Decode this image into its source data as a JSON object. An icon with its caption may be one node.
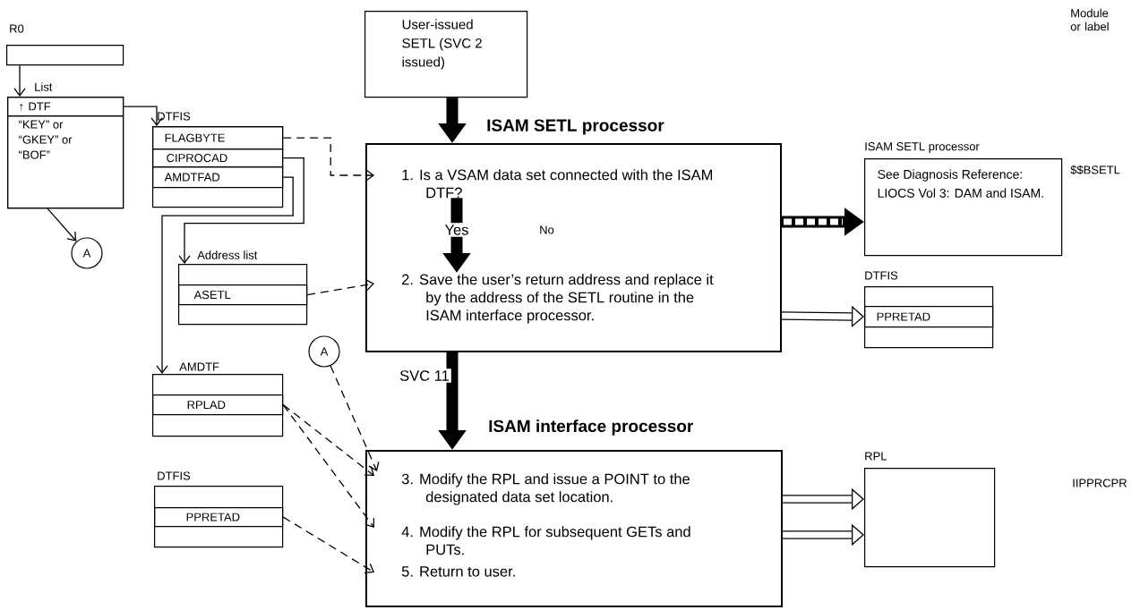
{
  "diagram": {
    "nodes": [
      {
        "text": [
          "R0"
        ]
      },
      {
        "text": [
          "List"
        ]
      },
      {
        "text": [
          "↑ DTF"
        ],
        "in": 1
      },
      {
        "text": [
          "“KEY” or “GKEY” or “BOF”"
        ],
        "in": 1
      },
      {
        "text": [
          "A"
        ]
      },
      {
        "text": [
          "DTFIS"
        ]
      },
      {
        "text": [
          "FLAGBYTE"
        ],
        "in": 5
      },
      {
        "text": [
          "CIPROCAD"
        ],
        "in": 5
      },
      {
        "text": [
          "AMDTFAD"
        ],
        "in": 5
      },
      {
        "text": [
          "Address list"
        ]
      },
      {
        "text": [
          "ASETL"
        ],
        "in": 9
      },
      {
        "text": [
          "A"
        ]
      },
      {
        "text": [
          "AMDTF"
        ]
      },
      {
        "text": [
          "RPLAD"
        ],
        "in": 12
      },
      {
        "text": [
          "DTFIS"
        ]
      },
      {
        "text": [
          "PPRETAD"
        ],
        "in": 14
      },
      {
        "text": [
          "User-issued SETL (SVC 2 issued)"
        ]
      },
      {
        "text": [
          "ISAM SETL processor"
        ]
      },
      {
        "text": [
          "1. Is a VSAM data set connected with the ISAM DTF?"
        ],
        "in": 17
      },
      {
        "text": [
          "2. Save the user’s return address and replace it by the address of the SETL routine in the ISAM interface processor."
        ],
        "in": 17
      },
      {
        "text": [
          "ISAM interface processor"
        ]
      },
      {
        "text": [
          "3. Modify the RPL and issue a POINT to the designated data set location."
        ],
        "in": 20
      },
      {
        "text": [
          "4. Modify the RPL for subsequent GETs and PUTs."
        ],
        "in": 20
      },
      {
        "text": [
          "5. Return to user."
        ],
        "in": 20
      },
      {
        "text": [
          "ISAM SETL processor",
          "See Diagnosis Reference: LIOCS Vol 3: DAM and ISAM."
        ]
      },
      {
        "text": [
          "DTFIS"
        ]
      },
      {
        "text": [
          "PPRETAD"
        ],
        "in": 25
      },
      {
        "text": [
          "RPL"
        ]
      }
    ],
    "edges": [
      {
        "from": 0,
        "to": 1,
        "arrow": "to"
      },
      {
        "from": 1,
        "to": 4,
        "arrow": "to"
      },
      {
        "from": 2,
        "to": 5,
        "arrow": "to"
      },
      {
        "from": 6,
        "to": 18,
        "arrow": "to",
        "style": "dashed"
      },
      {
        "from": 7,
        "to": 9,
        "arrow": "to"
      },
      {
        "from": 8,
        "to": 12,
        "arrow": "to"
      },
      {
        "from": 10,
        "to": 19,
        "arrow": "to",
        "style": "dashed"
      },
      {
        "from": 11,
        "to": 21,
        "arrow": "to",
        "style": "dashed"
      },
      {
        "from": 13,
        "to": 21,
        "arrow": "to",
        "style": "dashed"
      },
      {
        "from": 13,
        "to": 22,
        "arrow": "to",
        "style": "dashed"
      },
      {
        "from": 15,
        "to": 23,
        "arrow": "to",
        "style": "dashed"
      },
      {
        "from": 16,
        "to": 17,
        "arrow": "to",
        "style": "thick"
      },
      {
        "from": 18,
        "to": 19,
        "arrow": "to",
        "style": "thick",
        "label": "Yes"
      },
      {
        "from": 17,
        "to": 24,
        "arrow": "to",
        "style": "thick"
      },
      {
        "from": 17,
        "to": 26,
        "arrow": "to",
        "style": "thick"
      },
      {
        "from": 20,
        "to": 27,
        "arrow": "to",
        "style": "thick"
      },
      {
        "from": 20,
        "to": 27,
        "arrow": "to",
        "style": "thick"
      },
      {
        "from": 17,
        "to": 20,
        "arrow": "to",
        "style": "thick",
        "label": "SVC 11"
      }
    ],
    "labels": [
      "Module or label",
      "No",
      "$$BSETL",
      "IIPPRCPR"
    ]
  }
}
